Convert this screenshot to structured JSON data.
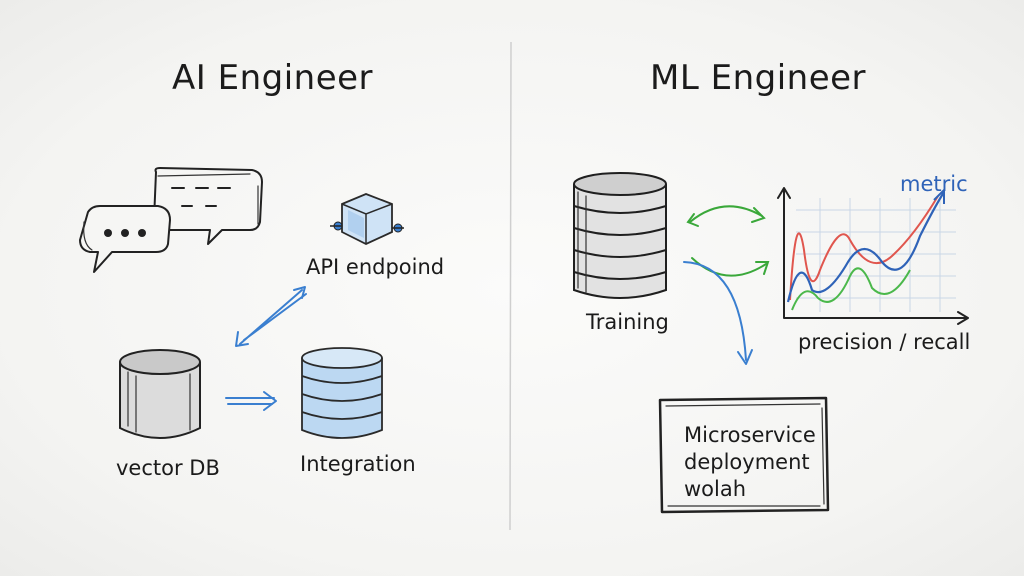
{
  "left": {
    "title": "AI Engineer",
    "api_label": "API endpoind",
    "vector_label": "vector DB",
    "integration_label": "Integration"
  },
  "right": {
    "title": "ML Engineer",
    "training_label": "Training",
    "metric_label": "metric",
    "chart_caption": "precision / recall",
    "box_lines": [
      "Microservice",
      "deployment",
      "wolah"
    ]
  },
  "colors": {
    "accent_blue": "#3a7fd0",
    "green": "#3aa83a",
    "red": "#e0564e",
    "ink": "#1b1b1b"
  },
  "icons": [
    "chat-bubbles-icon",
    "api-cube-icon",
    "cylinder-icon",
    "stacked-database-icon",
    "cycle-arrows-icon",
    "line-chart-icon"
  ]
}
